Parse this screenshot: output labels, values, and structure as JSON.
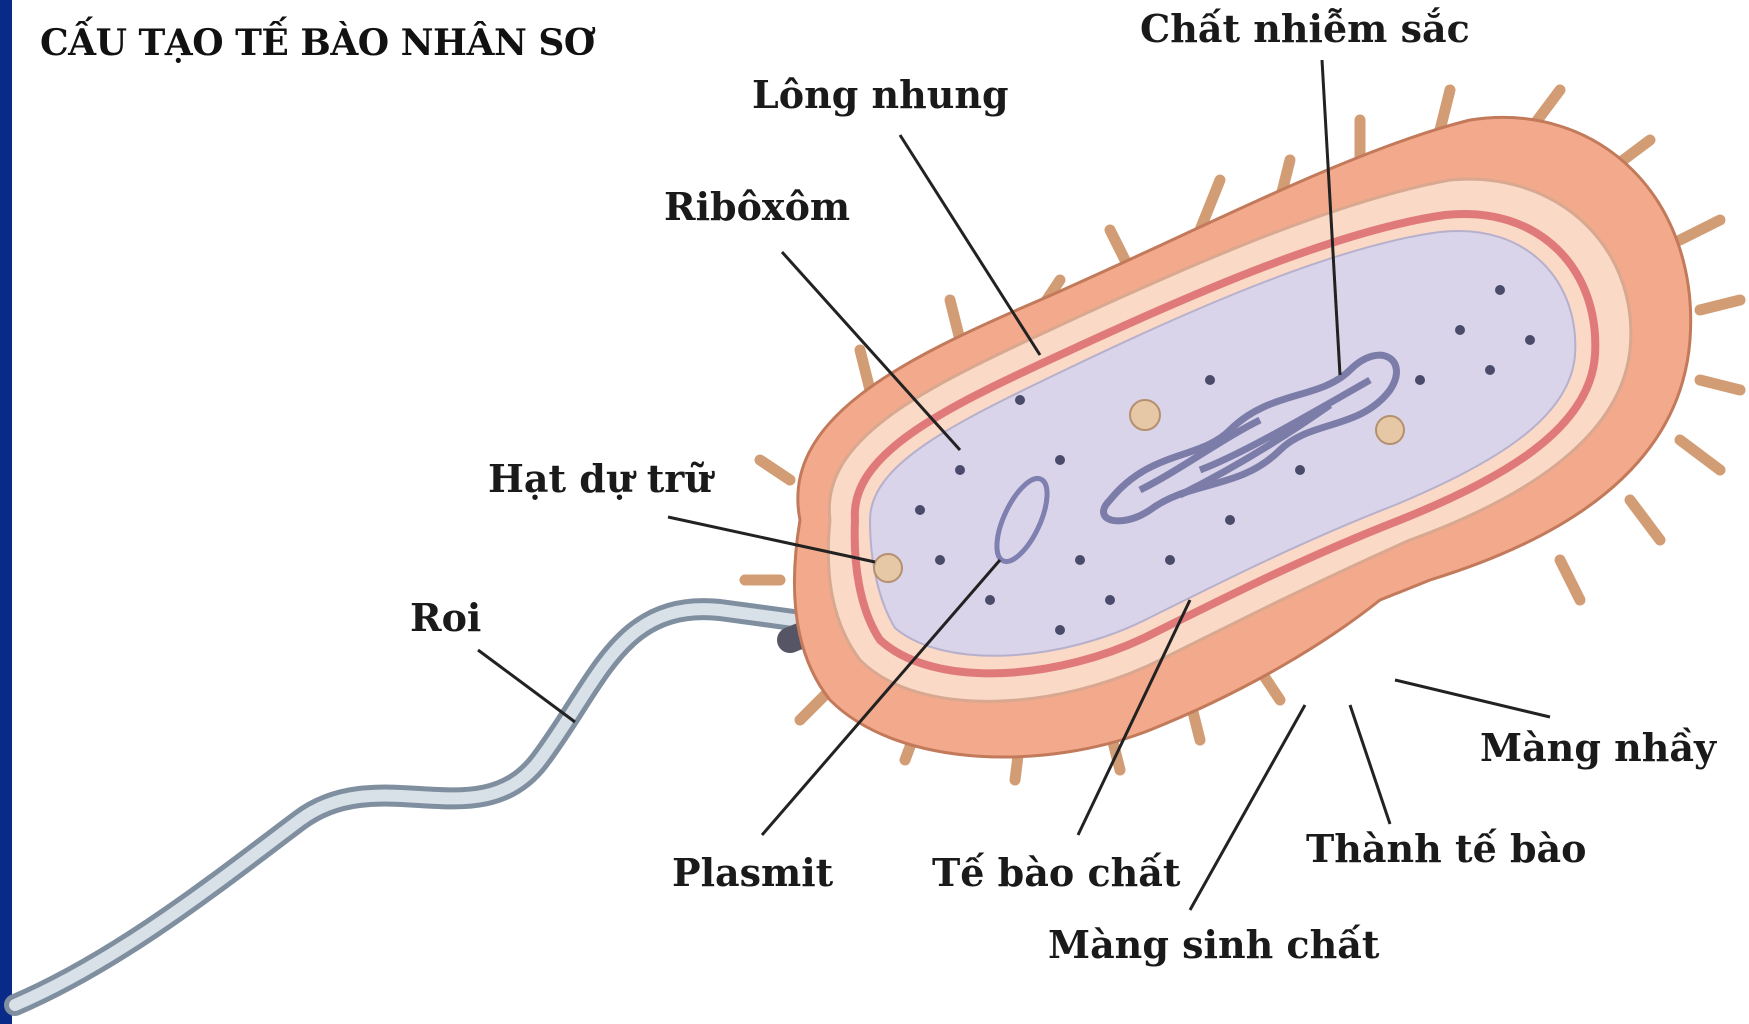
{
  "title": "CẤU TẠO TẾ BÀO NHÂN SƠ",
  "labels": {
    "chromatin": "Chất nhiễm sắc",
    "pili": "Lông nhung",
    "ribosome": "Ribôxôm",
    "granule": "Hạt dự trữ",
    "flagellum": "Roi",
    "plasmid": "Plasmit",
    "cytoplasm": "Tế bào chất",
    "capsule": "Màng nhầy",
    "cell_wall": "Thành tế bào",
    "membrane": "Màng sinh chất"
  },
  "colors": {
    "frame": "#0a2a8a",
    "capsule": "#f2a98c",
    "wall": "#fad9c6",
    "membrane": "#e07a7a",
    "cytoplasm": "#d9d4ea",
    "chromatin": "#8d8db8",
    "flagellum": "#b8c4d0"
  }
}
